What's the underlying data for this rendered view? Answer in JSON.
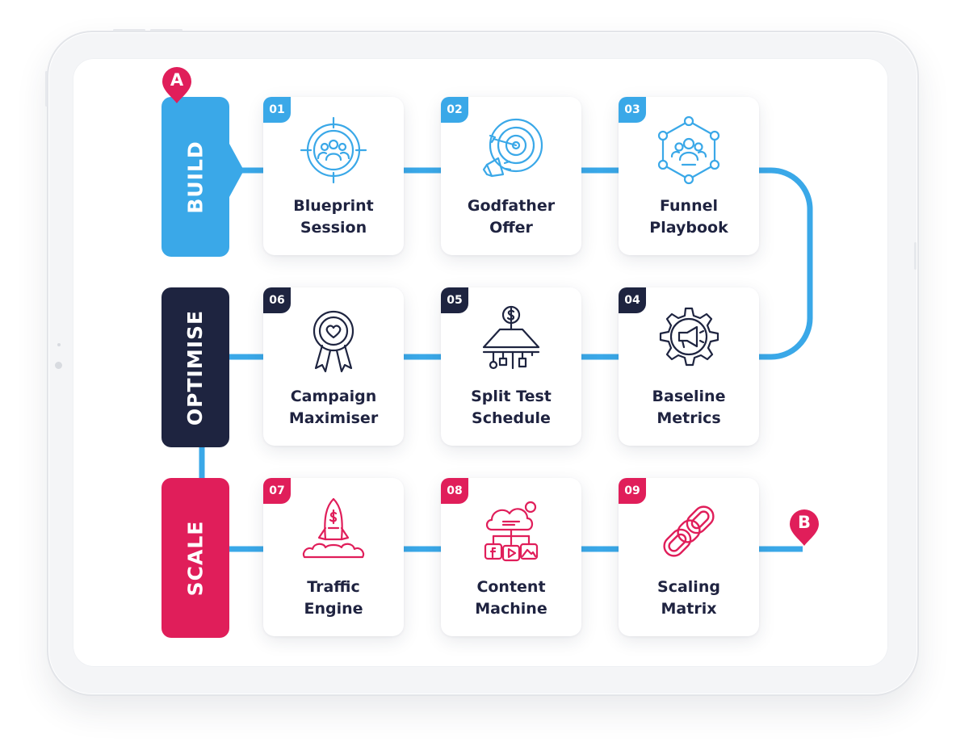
{
  "colors": {
    "build": "#3aa8e8",
    "optimise": "#1e2440",
    "scale": "#e01e5a",
    "connector": "#3aa8e8"
  },
  "pins": {
    "start": "A",
    "end": "B"
  },
  "phases": [
    {
      "label": "BUILD"
    },
    {
      "label": "OPTIMISE"
    },
    {
      "label": "SCALE"
    }
  ],
  "steps": [
    {
      "number": "01",
      "line1": "Blueprint",
      "line2": "Session",
      "icon": "target-team-icon"
    },
    {
      "number": "02",
      "line1": "Godfather",
      "line2": "Offer",
      "icon": "target-megaphone-icon"
    },
    {
      "number": "03",
      "line1": "Funnel",
      "line2": "Playbook",
      "icon": "network-team-icon"
    },
    {
      "number": "04",
      "line1": "Baseline",
      "line2": "Metrics",
      "icon": "gear-megaphone-icon"
    },
    {
      "number": "05",
      "line1": "Split Test",
      "line2": "Schedule",
      "icon": "dollar-split-icon"
    },
    {
      "number": "06",
      "line1": "Campaign",
      "line2": "Maximiser",
      "icon": "award-badge-icon"
    },
    {
      "number": "07",
      "line1": "Traffic",
      "line2": "Engine",
      "icon": "rocket-icon"
    },
    {
      "number": "08",
      "line1": "Content",
      "line2": "Machine",
      "icon": "cloud-content-icon"
    },
    {
      "number": "09",
      "line1": "Scaling",
      "line2": "Matrix",
      "icon": "chain-link-icon"
    }
  ]
}
